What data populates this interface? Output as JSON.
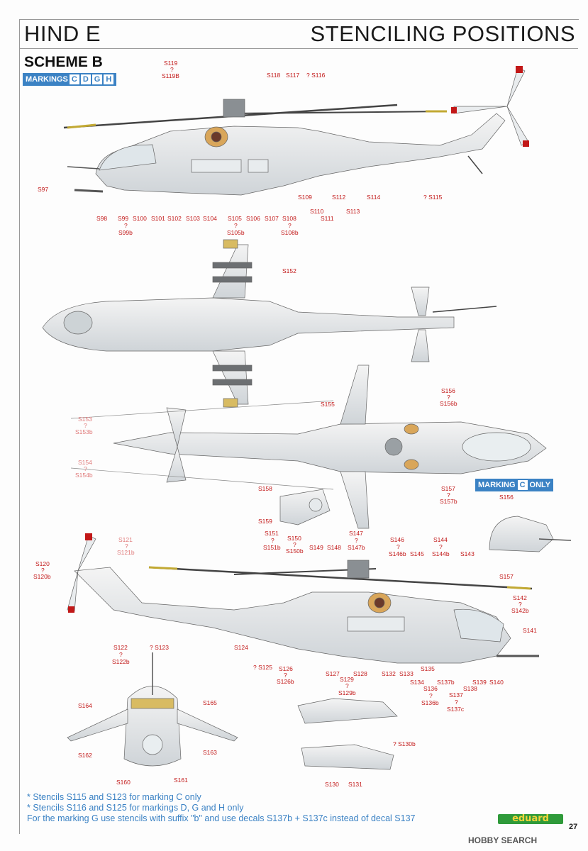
{
  "header": {
    "title_left": "HIND E",
    "title_right": "STENCILING POSITIONS"
  },
  "scheme_label": "SCHEME B",
  "markings_bar": {
    "label": "MARKINGS",
    "boxes": [
      "C",
      "D",
      "G",
      "H"
    ]
  },
  "marking_c_only": {
    "label_before": "MARKING",
    "box": "C",
    "label_after": "ONLY"
  },
  "labels": {
    "s119": "S119",
    "q1": "?",
    "s119b": "S119B",
    "s118": "S118",
    "s117": "S117",
    "s116": "? S116",
    "s97": "S97",
    "s98": "S98",
    "s99": "S99",
    "s100": "S100",
    "s101": "S101",
    "s102": "S102",
    "s103": "S103",
    "s104": "S104",
    "s105": "S105",
    "s106": "S106",
    "s107": "S107",
    "s108": "S108",
    "q_s99": "?",
    "s99b": "S99b",
    "q_s105": "?",
    "s105b": "S105b",
    "q_s108": "?",
    "s108b": "S108b",
    "s109": "S109",
    "s110": "S110",
    "s111": "S111",
    "s112": "S112",
    "s113": "S113",
    "s114": "S114",
    "s115": "? S115",
    "s152": "S152",
    "s153": "S153",
    "q_s153": "?",
    "s153b": "S153b",
    "s154": "S154",
    "q_s154": "?",
    "s154b": "S154b",
    "s155": "S155",
    "s156": "S156",
    "q_s156": "?",
    "s156b": "S156b",
    "s157": "S157",
    "q_s157": "?",
    "s157b": "S157b",
    "s158": "S158",
    "s159": "S159",
    "s156c": "S156",
    "s157c": "S157",
    "s151": "S151",
    "q_s151": "?",
    "s151b": "S151b",
    "s150": "S150",
    "q_s150": "?",
    "s150b": "S150b",
    "s149": "S149",
    "s148": "S148",
    "s147": "S147",
    "q_s147": "?",
    "s147b": "S147b",
    "s146": "S146",
    "q_s146": "?",
    "s146b": "S146b",
    "s145": "S145",
    "s144": "S144",
    "q_s144": "?",
    "s144b": "S144b",
    "s143": "S143",
    "s121": "S121",
    "q_s121": "?",
    "s121b": "S121b",
    "s120": "S120",
    "q_s120": "?",
    "s120b": "S120b",
    "s142": "S142",
    "q_s142": "?",
    "s142b": "S142b",
    "s122": "S122",
    "q_s122": "?",
    "s122b": "S122b",
    "s123": "? S123",
    "s124": "S124",
    "s141": "S141",
    "s125": "? S125",
    "s126": "S126",
    "q_s126": "?",
    "s126b": "S126b",
    "s127": "S127",
    "s128": "S128",
    "s129": "S129",
    "q_s129": "?",
    "s129b": "S129b",
    "s132": "S132",
    "s133": "S133",
    "s134": "S134",
    "s135": "S135",
    "s136": "S136",
    "q_s136": "?",
    "s136b": "S136b",
    "s137": "S137",
    "q_s137": "?",
    "s137c": "S137c",
    "s137b": "S137b",
    "s138": "S138",
    "s139": "S139",
    "s140": "S140",
    "s164": "S164",
    "s165": "S165",
    "s162": "S162",
    "s163": "S163",
    "s160": "S160",
    "s161": "S161",
    "s130b": "? S130b",
    "s130": "S130",
    "s131": "S131"
  },
  "notes": [
    "* Stencils S115 and S123 for marking C only",
    "* Stencils S116 and S125 for markings D, G and H only",
    "For the marking G use stencils with suffix \"b\" and use decals S137b + S137c instead of decal S137"
  ],
  "logo": "eduard",
  "page_number": "27",
  "watermark": "HOBBY SEARCH",
  "colors": {
    "label_red": "#c21818",
    "label_pink": "#e07a7a",
    "accent_blue": "#3b82c4",
    "logo_green": "#2f9a3a",
    "logo_yellow": "#f3d43a"
  }
}
